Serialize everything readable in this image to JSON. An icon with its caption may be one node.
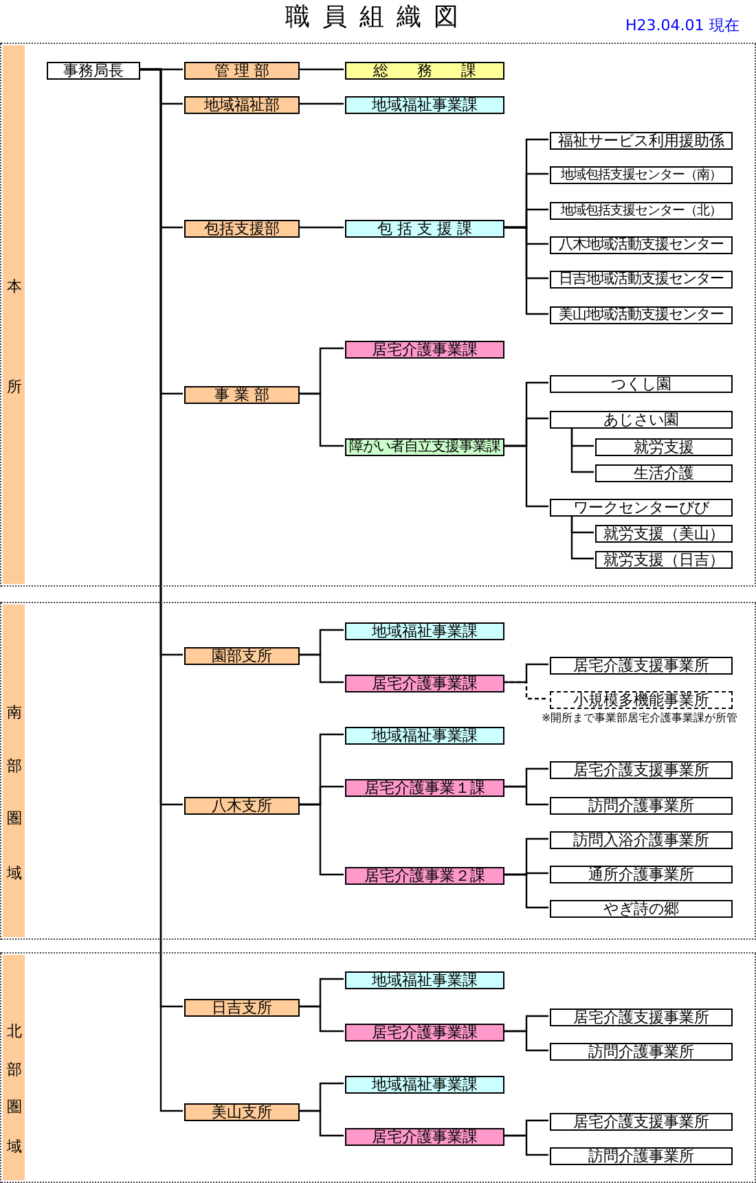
{
  "diagram": {
    "title": "職員組織図",
    "nodes": [
      {
        "text": [
          "本所"
        ]
      },
      {
        "text": [
          "事務局長"
        ],
        "in": 0
      },
      {
        "text": [
          "管 理 部"
        ],
        "in": 0
      },
      {
        "text": [
          "総 務 課"
        ],
        "in": 0
      },
      {
        "text": [
          "地域福祉部"
        ],
        "in": 0
      },
      {
        "text": [
          "地域福祉事業課"
        ],
        "in": 0
      },
      {
        "text": [
          "包括支援部"
        ],
        "in": 0
      },
      {
        "text": [
          "包 括 支 援 課"
        ],
        "in": 0
      },
      {
        "text": [
          "福祉サービス利用援助係"
        ],
        "in": 0
      },
      {
        "text": [
          "地域包括支援センター（南）"
        ],
        "in": 0
      },
      {
        "text": [
          "地域包括支援センター（北）"
        ],
        "in": 0
      },
      {
        "text": [
          "八木地域活動支援センター"
        ],
        "in": 0
      },
      {
        "text": [
          "日吉地域活動支援センター"
        ],
        "in": 0
      },
      {
        "text": [
          "美山地域活動支援センター"
        ],
        "in": 0
      },
      {
        "text": [
          "事 業 部"
        ],
        "in": 0
      },
      {
        "text": [
          "居宅介護事業課"
        ],
        "in": 0
      },
      {
        "text": [
          "障がい者自立支援事業課"
        ],
        "in": 0
      },
      {
        "text": [
          "つくし園"
        ],
        "in": 0
      },
      {
        "text": [
          "あじさい園"
        ],
        "in": 0
      },
      {
        "text": [
          "就労支援"
        ],
        "in": 0
      },
      {
        "text": [
          "生活介護"
        ],
        "in": 0
      },
      {
        "text": [
          "ワークセンターびび"
        ],
        "in": 0
      },
      {
        "text": [
          "就労支援（美山）"
        ],
        "in": 0
      },
      {
        "text": [
          "就労支援（日吉）"
        ],
        "in": 0
      },
      {
        "text": [
          "南部圏域"
        ]
      },
      {
        "text": [
          "園部支所"
        ],
        "in": 24
      },
      {
        "text": [
          "地域福祉事業課"
        ],
        "in": 24
      },
      {
        "text": [
          "居宅介護事業課"
        ],
        "in": 24
      },
      {
        "text": [
          "居宅介護支援事業所"
        ],
        "in": 24
      },
      {
        "text": [
          "小規模多機能事業所"
        ],
        "beside": [
          "※開所まで事業部居宅介護事業課が所管"
        ],
        "in": 24
      },
      {
        "text": [
          "八木支所"
        ],
        "in": 24
      },
      {
        "text": [
          "地域福祉事業課"
        ],
        "in": 24
      },
      {
        "text": [
          "居宅介護事業１課"
        ],
        "in": 24
      },
      {
        "text": [
          "居宅介護支援事業所"
        ],
        "in": 24
      },
      {
        "text": [
          "訪問介護事業所"
        ],
        "in": 24
      },
      {
        "text": [
          "居宅介護事業２課"
        ],
        "in": 24
      },
      {
        "text": [
          "訪問入浴介護事業所"
        ],
        "in": 24
      },
      {
        "text": [
          "通所介護事業所"
        ],
        "in": 24
      },
      {
        "text": [
          "やぎ詩の郷"
        ],
        "in": 24
      },
      {
        "text": [
          "北部圏域"
        ]
      },
      {
        "text": [
          "日吉支所"
        ],
        "in": 39
      },
      {
        "text": [
          "地域福祉事業課"
        ],
        "in": 39
      },
      {
        "text": [
          "居宅介護事業課"
        ],
        "in": 39
      },
      {
        "text": [
          "居宅介護支援事業所"
        ],
        "in": 39
      },
      {
        "text": [
          "訪問介護事業所"
        ],
        "in": 39
      },
      {
        "text": [
          "美山支所"
        ],
        "in": 39
      },
      {
        "text": [
          "地域福祉事業課"
        ],
        "in": 39
      },
      {
        "text": [
          "居宅介護事業課"
        ],
        "in": 39
      },
      {
        "text": [
          "居宅介護支援事業所"
        ],
        "in": 39
      },
      {
        "text": [
          "訪問介護事業所"
        ],
        "in": 39
      }
    ],
    "edges": [
      {
        "from": 1,
        "to": 2,
        "arrow": "none"
      },
      {
        "from": 1,
        "to": 4,
        "arrow": "none"
      },
      {
        "from": 1,
        "to": 6,
        "arrow": "none"
      },
      {
        "from": 1,
        "to": 14,
        "arrow": "none"
      },
      {
        "from": 1,
        "to": 25,
        "arrow": "none"
      },
      {
        "from": 1,
        "to": 30,
        "arrow": "none"
      },
      {
        "from": 1,
        "to": 40,
        "arrow": "none"
      },
      {
        "from": 1,
        "to": 45,
        "arrow": "none"
      },
      {
        "from": 2,
        "to": 3,
        "arrow": "none"
      },
      {
        "from": 4,
        "to": 5,
        "arrow": "none"
      },
      {
        "from": 6,
        "to": 7,
        "arrow": "none"
      },
      {
        "from": 7,
        "to": 8,
        "arrow": "none"
      },
      {
        "from": 7,
        "to": 9,
        "arrow": "none"
      },
      {
        "from": 7,
        "to": 10,
        "arrow": "none"
      },
      {
        "from": 7,
        "to": 11,
        "arrow": "none"
      },
      {
        "from": 7,
        "to": 12,
        "arrow": "none"
      },
      {
        "from": 7,
        "to": 13,
        "arrow": "none"
      },
      {
        "from": 14,
        "to": 15,
        "arrow": "none"
      },
      {
        "from": 14,
        "to": 16,
        "arrow": "none"
      },
      {
        "from": 16,
        "to": 17,
        "arrow": "none"
      },
      {
        "from": 16,
        "to": 18,
        "arrow": "none"
      },
      {
        "from": 16,
        "to": 21,
        "arrow": "none"
      },
      {
        "from": 18,
        "to": 19,
        "arrow": "none"
      },
      {
        "from": 18,
        "to": 20,
        "arrow": "none"
      },
      {
        "from": 21,
        "to": 22,
        "arrow": "none"
      },
      {
        "from": 21,
        "to": 23,
        "arrow": "none"
      },
      {
        "from": 25,
        "to": 26,
        "arrow": "none"
      },
      {
        "from": 25,
        "to": 27,
        "arrow": "none"
      },
      {
        "from": 27,
        "to": 28,
        "arrow": "none"
      },
      {
        "from": 27,
        "to": 29,
        "arrow": "none",
        "style": "dashed"
      },
      {
        "from": 30,
        "to": 31,
        "arrow": "none"
      },
      {
        "from": 30,
        "to": 32,
        "arrow": "none"
      },
      {
        "from": 30,
        "to": 35,
        "arrow": "none"
      },
      {
        "from": 32,
        "to": 33,
        "arrow": "none"
      },
      {
        "from": 32,
        "to": 34,
        "arrow": "none"
      },
      {
        "from": 35,
        "to": 36,
        "arrow": "none"
      },
      {
        "from": 35,
        "to": 37,
        "arrow": "none"
      },
      {
        "from": 35,
        "to": 38,
        "arrow": "none"
      },
      {
        "from": 40,
        "to": 41,
        "arrow": "none"
      },
      {
        "from": 40,
        "to": 42,
        "arrow": "none"
      },
      {
        "from": 42,
        "to": 43,
        "arrow": "none"
      },
      {
        "from": 42,
        "to": 44,
        "arrow": "none"
      },
      {
        "from": 45,
        "to": 46,
        "arrow": "none"
      },
      {
        "from": 45,
        "to": 47,
        "arrow": "none"
      },
      {
        "from": 47,
        "to": 48,
        "arrow": "none"
      },
      {
        "from": 47,
        "to": 49,
        "arrow": "none"
      }
    ],
    "labels": [
      "H23.04.01 現在"
    ]
  }
}
